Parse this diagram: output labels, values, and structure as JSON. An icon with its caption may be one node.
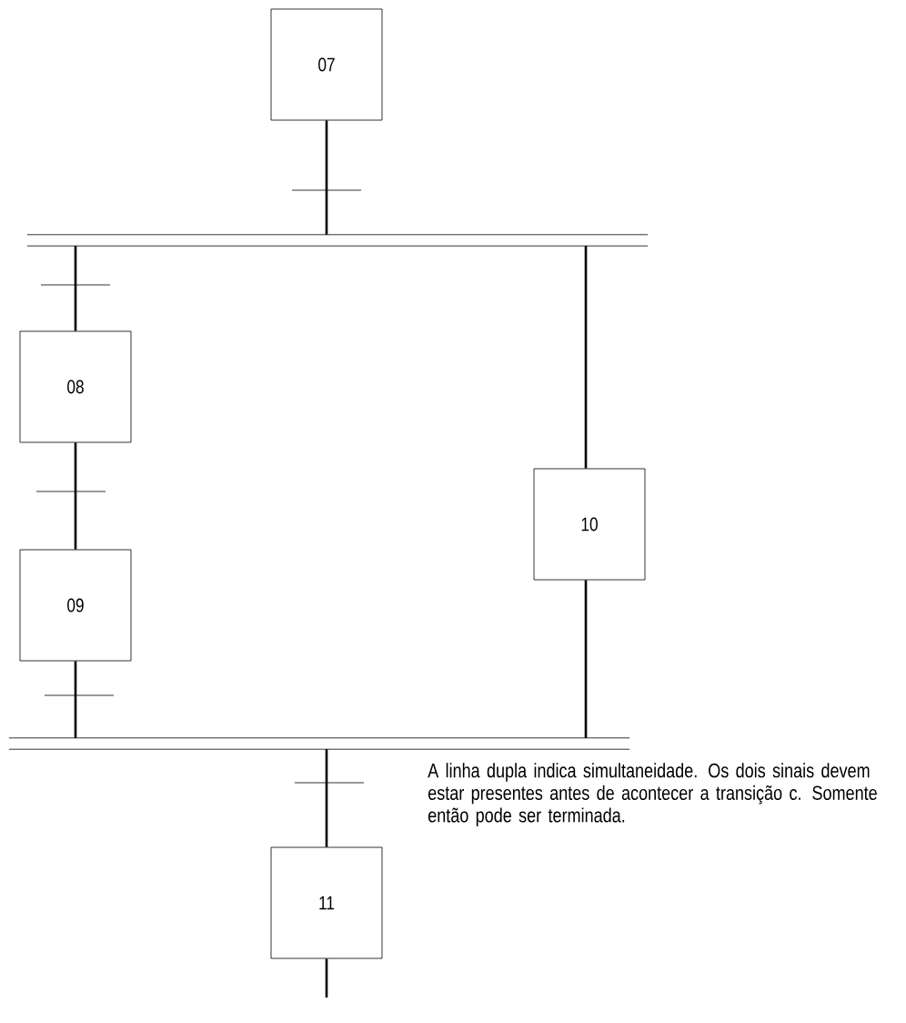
{
  "diagram": {
    "nodes": [
      {
        "text": [
          "07"
        ]
      },
      {
        "text": [],
        "shape": "bar"
      },
      {
        "text": [
          "08"
        ]
      },
      {
        "text": [
          "09"
        ]
      },
      {
        "text": [
          "10"
        ]
      },
      {
        "text": [],
        "shape": "bar"
      },
      {
        "text": [
          "11"
        ]
      }
    ],
    "edges": [
      {
        "from": 0,
        "to": 1,
        "arrow": "none"
      },
      {
        "from": 1,
        "to": 2,
        "arrow": "none"
      },
      {
        "from": 2,
        "to": 3,
        "arrow": "none"
      },
      {
        "from": 3,
        "to": 5,
        "arrow": "none"
      },
      {
        "from": 1,
        "to": 4,
        "arrow": "none"
      },
      {
        "from": 4,
        "to": 5,
        "arrow": "none"
      },
      {
        "from": 5,
        "to": 6,
        "arrow": "none"
      },
      {
        "from": 6,
        "to": null,
        "arrow": "none"
      }
    ],
    "labels": [
      "A linha dupla indica simultaneidade. Os dois sinais devem estar presentes antes de acontecer a transição c. Somente então pode ser terminada."
    ]
  }
}
